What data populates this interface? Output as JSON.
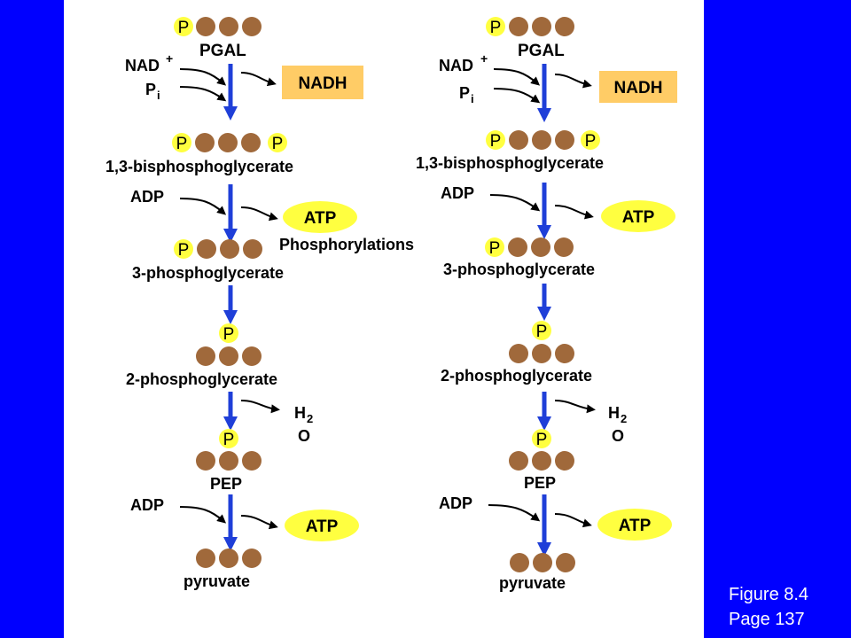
{
  "pathways": [
    {
      "pgal": "PGAL",
      "nad": "NAD",
      "nad_sup": "+",
      "pi": "P",
      "pi_sub": "i",
      "nadh": "NADH",
      "bpg": "1,3-bisphosphoglycerate",
      "adp1": "ADP",
      "atp1": "ATP",
      "pg3": "3-phosphoglycerate",
      "pg2": "2-phosphoglycerate",
      "h2o": "H",
      "h2o_sub": "2",
      "h2o_o": "O",
      "pep": "PEP",
      "adp2": "ADP",
      "atp2": "ATP",
      "pyruvate": "pyruvate",
      "phosphate": "P"
    },
    {
      "pgal": "PGAL",
      "nad": "NAD",
      "nad_sup": "+",
      "pi": "P",
      "pi_sub": "i",
      "nadh": "NADH",
      "bpg": "1,3-bisphosphoglycerate",
      "adp1": "ADP",
      "atp1": "ATP",
      "pg3": "3-phosphoglycerate",
      "pg2": "2-phosphoglycerate",
      "h2o": "H",
      "h2o_sub": "2",
      "h2o_o": "O",
      "pep": "PEP",
      "adp2": "ADP",
      "atp2": "ATP",
      "pyruvate": "pyruvate",
      "phosphate": "P"
    }
  ],
  "center_label": "Phosphorylations",
  "caption": {
    "line1": "Figure 8.4",
    "line2": "Page 137"
  },
  "colors": {
    "background": "#0000ff",
    "panel": "#ffffff",
    "carbon": "#a0693b",
    "phosphate": "#ffff40",
    "nadh_box": "#ffcc66",
    "atp_oval": "#ffff40",
    "arrow": "#1f3fd8"
  }
}
